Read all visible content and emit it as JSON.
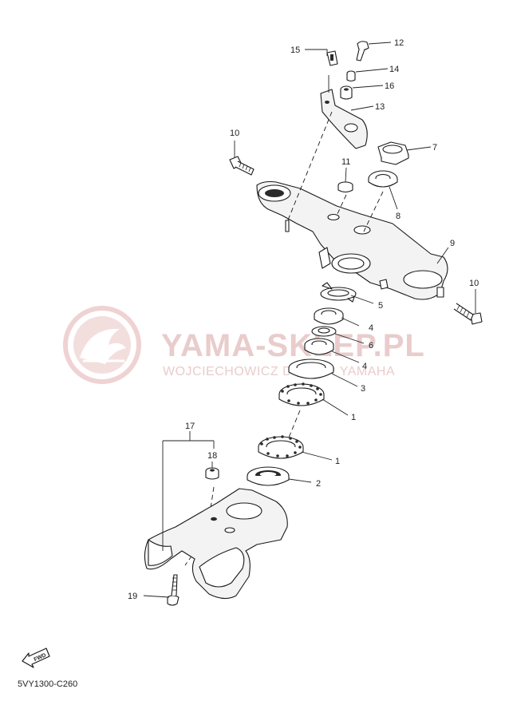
{
  "watermark": {
    "title": "YAMA-SKLEP.PL",
    "subtitle": "WOJCIECHOWICZ DEALER YAMAHA"
  },
  "diagram_code": "5VY1300-C260",
  "fwd_label": "FWD",
  "callouts": {
    "c1a": "1",
    "c1b": "1",
    "c2": "2",
    "c3": "3",
    "c4a": "4",
    "c4b": "4",
    "c5": "5",
    "c6": "6",
    "c7": "7",
    "c8": "8",
    "c9": "9",
    "c10a": "10",
    "c10b": "10",
    "c11": "11",
    "c12": "12",
    "c13": "13",
    "c14": "14",
    "c15": "15",
    "c16": "16",
    "c17": "17",
    "c18": "18",
    "c19": "19"
  },
  "colors": {
    "line": "#1a1a1a",
    "watermark": "#e9cccc",
    "background": "#ffffff"
  }
}
